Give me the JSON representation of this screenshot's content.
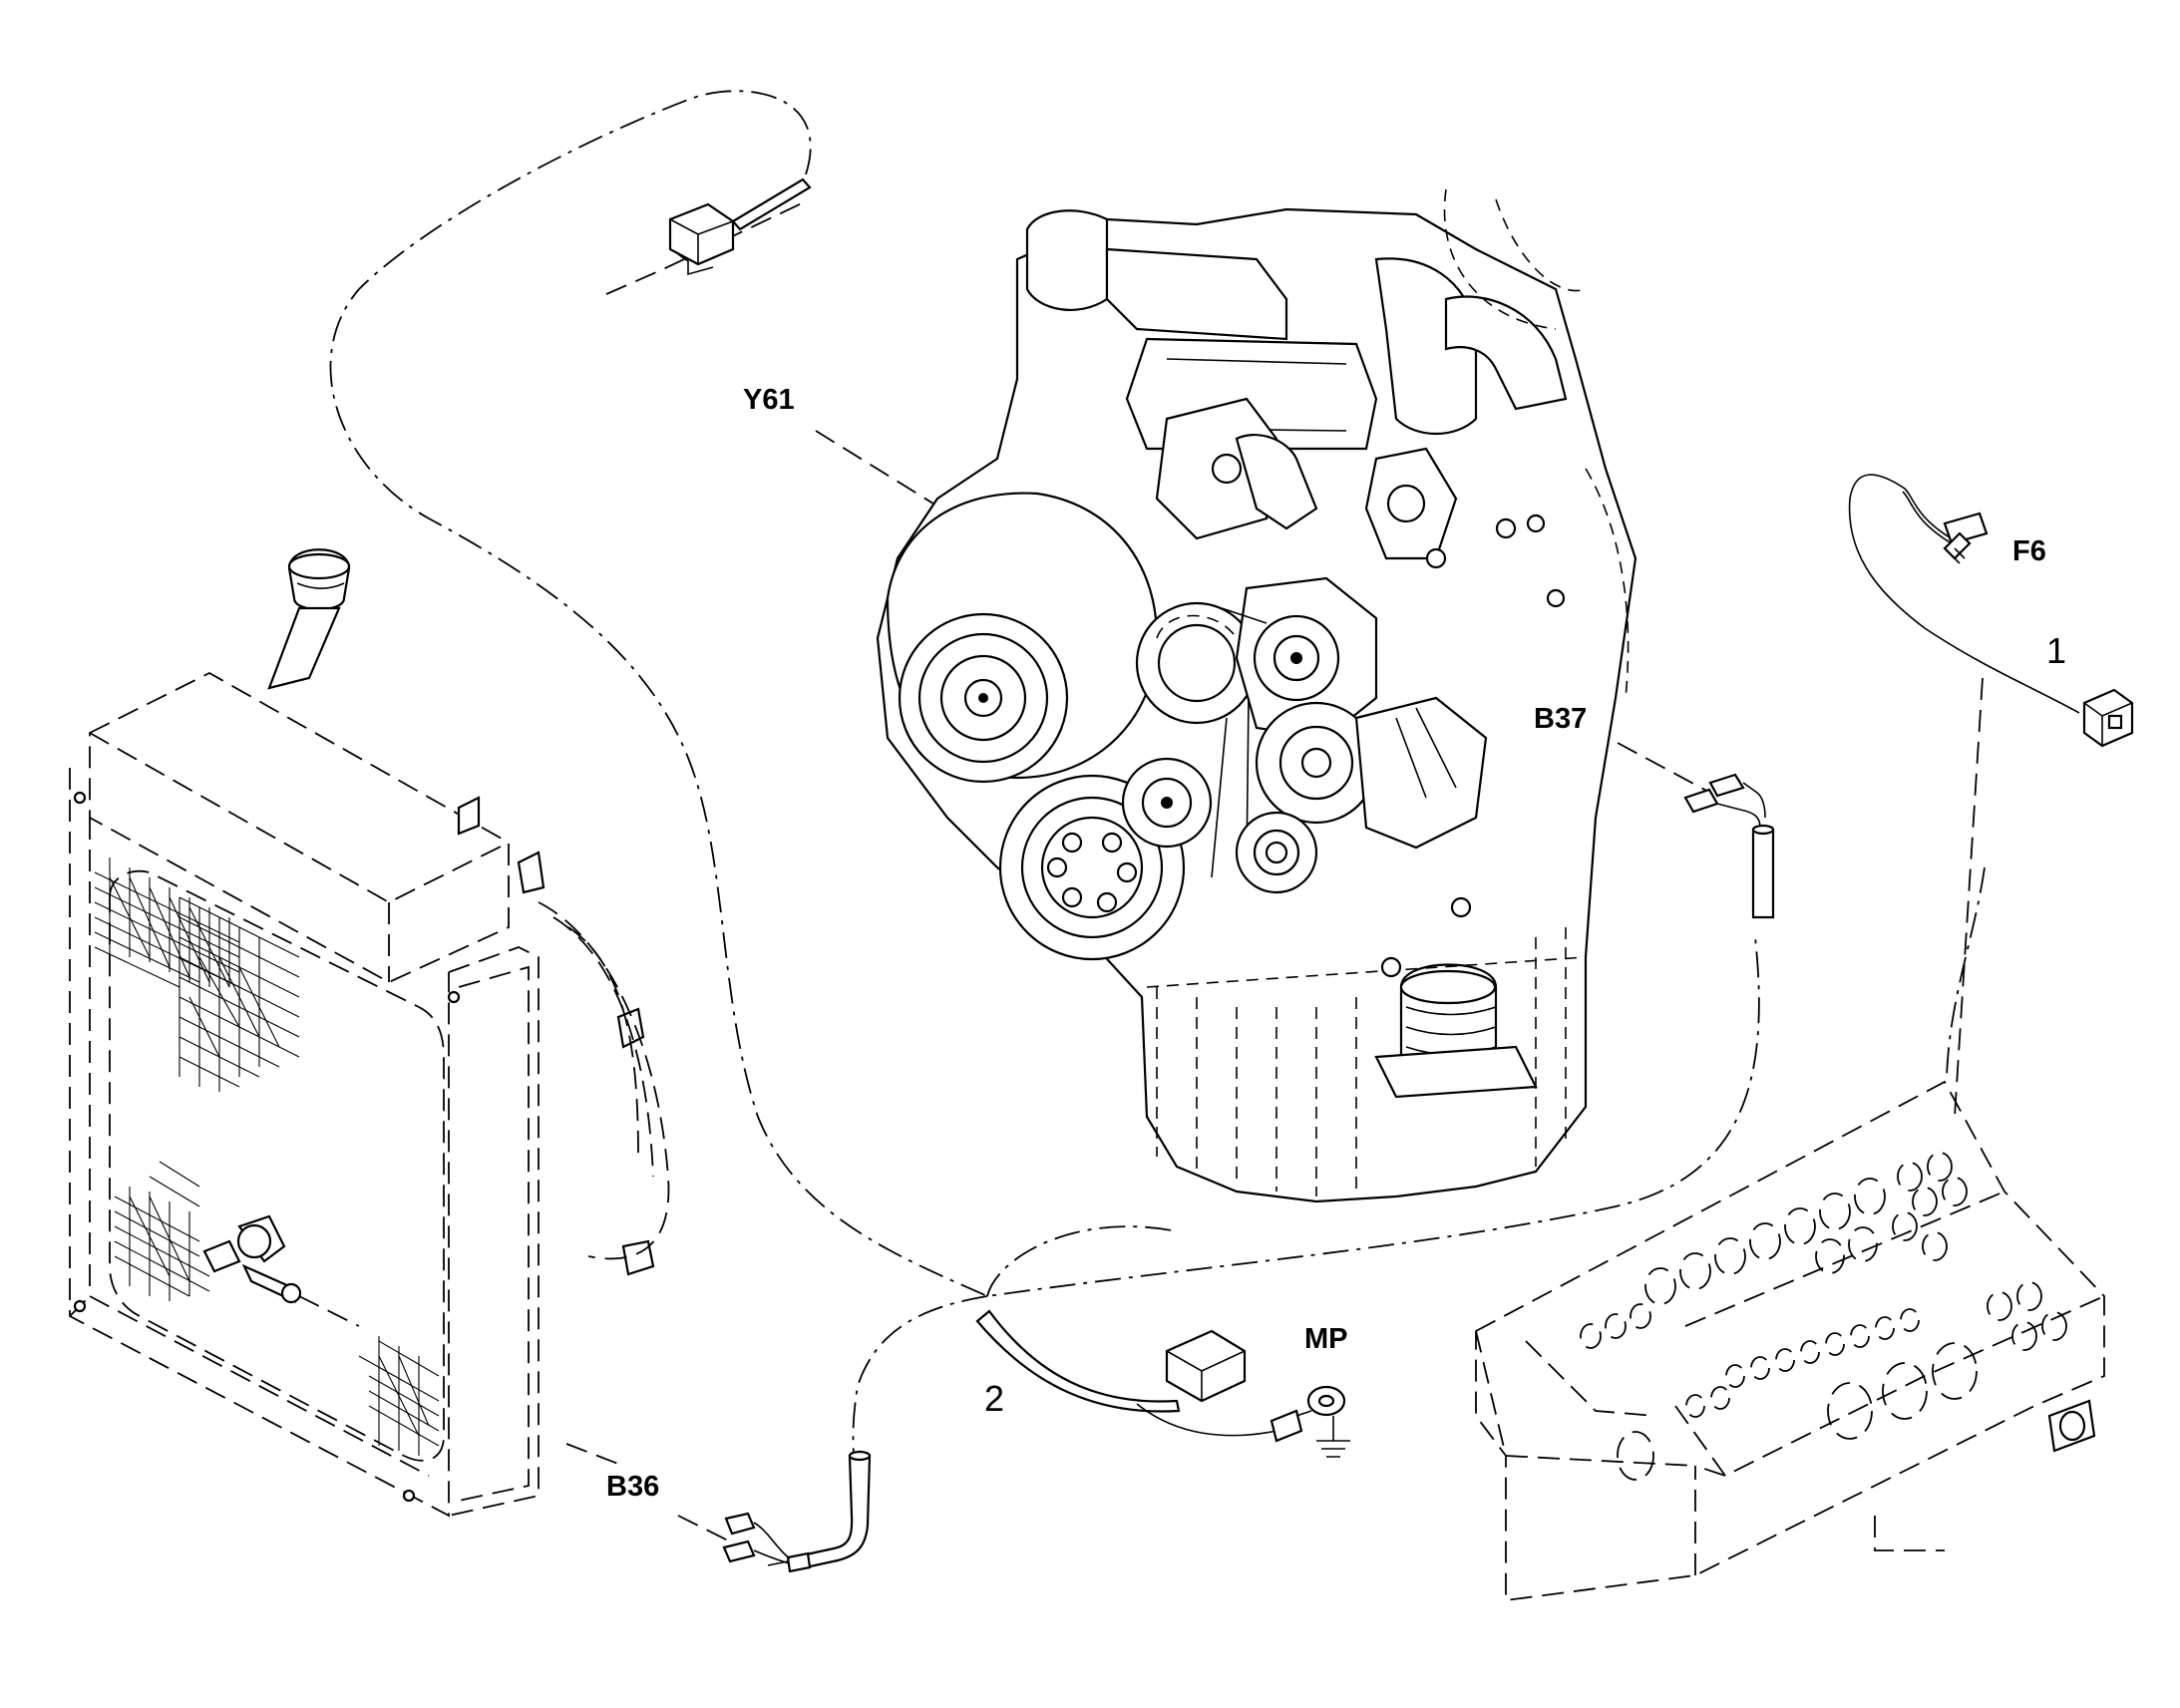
{
  "diagram": {
    "labels": {
      "y61": "Y61",
      "f6": "F6",
      "one": "1",
      "b37": "B37",
      "mp": "MP",
      "two": "2",
      "b36": "B36"
    },
    "colors": {
      "line": "#000000",
      "background": "#ffffff"
    }
  }
}
